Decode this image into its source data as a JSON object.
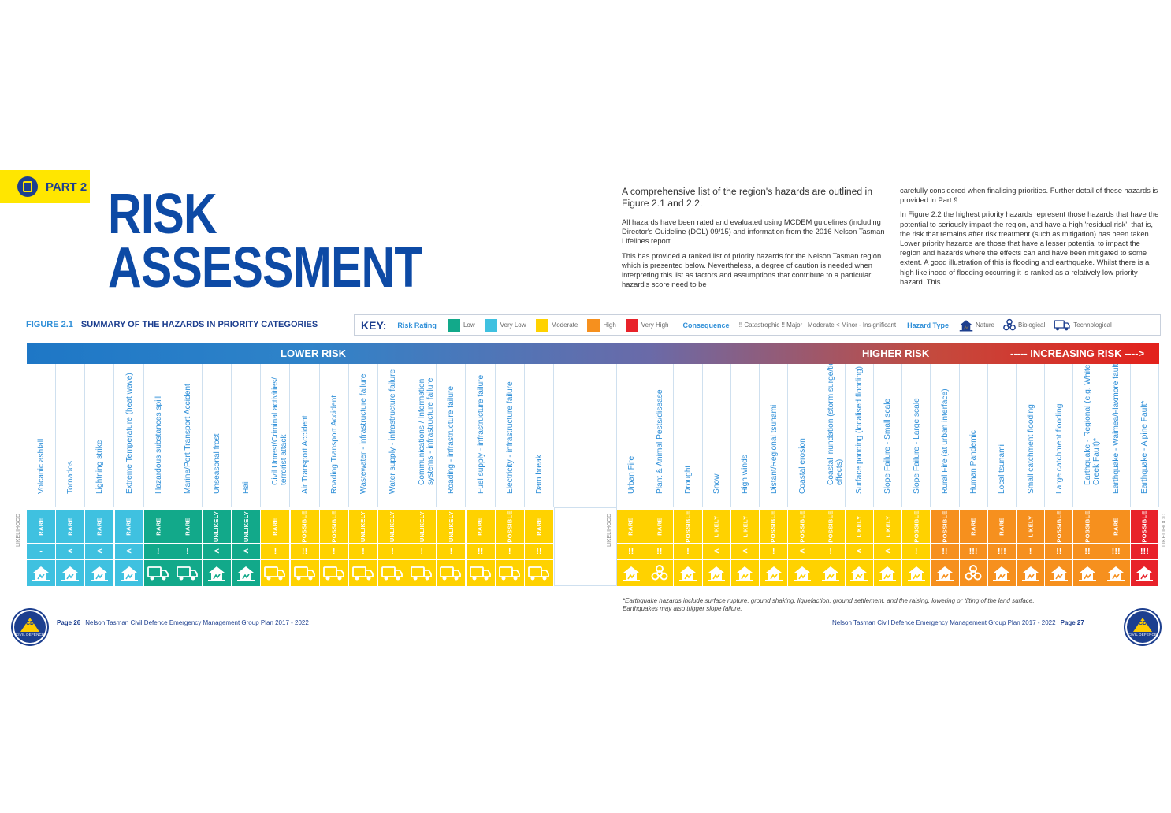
{
  "part_tab": {
    "label": "PART 2"
  },
  "title": {
    "line1": "RISK",
    "line2": "ASSESSMENT"
  },
  "intro": "A comprehensive list of the region's hazards are outlined in Figure 2.1 and 2.2.",
  "col1_paragraphs": [
    "All hazards have been rated and evaluated using MCDEM guidelines (including Director's Guideline (DGL) 09/15) and information from the 2016 Nelson Tasman Lifelines report.",
    "This has provided a ranked list of priority hazards for the Nelson Tasman region which is presented below. Nevertheless, a degree of caution is needed when interpreting this list as factors and assumptions that contribute to a particular hazard's score need to be"
  ],
  "col2_paragraphs": [
    "carefully considered when finalising priorities. Further detail of these hazards is provided in Part 9.",
    "In Figure 2.2 the highest priority hazards represent those hazards that have the potential to seriously impact the region, and have a high 'residual risk', that is, the risk that remains after risk treatment (such as mitigation) has been taken. Lower priority hazards are those that have a lesser potential to impact the region and hazards where the effects can and have been mitigated to some extent. A good illustration of this is flooding and earthquake. Whilst there is a high likelihood of flooding occurring it is ranked as a relatively low priority hazard. This"
  ],
  "figure": {
    "number": "FIGURE 2.1",
    "title": "SUMMARY OF THE HAZARDS IN PRIORITY CATEGORIES"
  },
  "key": {
    "title": "KEY:",
    "risk_rating_label": "Risk Rating",
    "ratings": [
      {
        "label": "Low",
        "color": "#12a98a"
      },
      {
        "label": "Very Low",
        "color": "#3fc1e0"
      },
      {
        "label": "Moderate",
        "color": "#ffd200"
      },
      {
        "label": "High",
        "color": "#f6901e"
      },
      {
        "label": "Very High",
        "color": "#e8222a"
      }
    ],
    "consequence_label": "Consequence",
    "consequence_text": "!!! Catastrophic  !! Major  ! Moderate  < Minor  - Insignificant",
    "hazard_type_label": "Hazard Type",
    "types": [
      "Nature",
      "Biological",
      "Technological"
    ]
  },
  "banner": {
    "lower": "LOWER RISK",
    "higher": "HIGHER RISK",
    "increasing": "----- INCREASING RISK ---->"
  },
  "likelihood_label": "LIKELIHOOD",
  "colors": {
    "verylow": "#3fc1e0",
    "low": "#12a98a",
    "moderate": "#ffd200",
    "high": "#f6901e",
    "veryhigh": "#e8222a"
  },
  "hazards_left": [
    {
      "name": "Volcanic ashfall",
      "likelihood": "RARE",
      "consequence": "-",
      "type": "nature",
      "risk": "verylow"
    },
    {
      "name": "Tornados",
      "likelihood": "RARE",
      "consequence": "<",
      "type": "nature",
      "risk": "verylow"
    },
    {
      "name": "Lightning strike",
      "likelihood": "RARE",
      "consequence": "<",
      "type": "nature",
      "risk": "verylow"
    },
    {
      "name": "Extreme Temperature (heat wave)",
      "likelihood": "RARE",
      "consequence": "<",
      "type": "nature",
      "risk": "verylow"
    },
    {
      "name": "Hazardous substances spill",
      "likelihood": "RARE",
      "consequence": "!",
      "type": "tech",
      "risk": "low"
    },
    {
      "name": "Marine/Port Transport Accident",
      "likelihood": "RARE",
      "consequence": "!",
      "type": "tech",
      "risk": "low"
    },
    {
      "name": "Unseasonal frost",
      "likelihood": "UNLIKELY",
      "consequence": "<",
      "type": "nature",
      "risk": "low"
    },
    {
      "name": "Hail",
      "likelihood": "UNLIKELY",
      "consequence": "<",
      "type": "nature",
      "risk": "low"
    },
    {
      "name": "Civil Unrest/Criminal activities/ terrorist attack",
      "likelihood": "RARE",
      "consequence": "!",
      "type": "tech",
      "risk": "moderate"
    },
    {
      "name": "Air Transport Accident",
      "likelihood": "POSSIBLE",
      "consequence": "!!",
      "type": "tech",
      "risk": "moderate"
    },
    {
      "name": "Roading Transport Accident",
      "likelihood": "POSSIBLE",
      "consequence": "!",
      "type": "tech",
      "risk": "moderate"
    },
    {
      "name": "Wastewater - infrastructure failure",
      "likelihood": "UNLIKELY",
      "consequence": "!",
      "type": "tech",
      "risk": "moderate"
    },
    {
      "name": "Water supply - infrastructure failure",
      "likelihood": "UNLIKELY",
      "consequence": "!",
      "type": "tech",
      "risk": "moderate"
    },
    {
      "name": "Communications / Information systems - infrastructure failure",
      "likelihood": "UNLIKELY",
      "consequence": "!",
      "type": "tech",
      "risk": "moderate"
    },
    {
      "name": "Roading - infrastructure failure",
      "likelihood": "UNLIKELY",
      "consequence": "!",
      "type": "tech",
      "risk": "moderate"
    },
    {
      "name": "Fuel supply - infrastructure failure",
      "likelihood": "RARE",
      "consequence": "!!",
      "type": "tech",
      "risk": "moderate"
    },
    {
      "name": "Electricity - infrastructure failure",
      "likelihood": "POSSIBLE",
      "consequence": "!",
      "type": "tech",
      "risk": "moderate"
    },
    {
      "name": "Dam break",
      "likelihood": "RARE",
      "consequence": "!!",
      "type": "tech",
      "risk": "moderate"
    }
  ],
  "hazards_right": [
    {
      "name": "Urban Fire",
      "likelihood": "RARE",
      "consequence": "!!",
      "type": "nature",
      "risk": "moderate"
    },
    {
      "name": "Plant & Animal Pests/disease",
      "likelihood": "RARE",
      "consequence": "!!",
      "type": "bio",
      "risk": "moderate"
    },
    {
      "name": "Drought",
      "likelihood": "POSSIBLE",
      "consequence": "!",
      "type": "nature",
      "risk": "moderate"
    },
    {
      "name": "Snow",
      "likelihood": "LIKELY",
      "consequence": "<",
      "type": "nature",
      "risk": "moderate"
    },
    {
      "name": "High winds",
      "likelihood": "LIKELY",
      "consequence": "<",
      "type": "nature",
      "risk": "moderate"
    },
    {
      "name": "Distant/Regional tsunami",
      "likelihood": "POSSIBLE",
      "consequence": "!",
      "type": "nature",
      "risk": "moderate"
    },
    {
      "name": "Coastal erosion",
      "likelihood": "POSSIBLE",
      "consequence": "<",
      "type": "nature",
      "risk": "moderate"
    },
    {
      "name": "Coastal inundation (storm surge/tidal effects)",
      "likelihood": "POSSIBLE",
      "consequence": "!",
      "type": "nature",
      "risk": "moderate"
    },
    {
      "name": "Surface ponding (localised flooding)",
      "likelihood": "LIKELY",
      "consequence": "<",
      "type": "nature",
      "risk": "moderate"
    },
    {
      "name": "Slope Failure - Small scale",
      "likelihood": "LIKELY",
      "consequence": "<",
      "type": "nature",
      "risk": "moderate"
    },
    {
      "name": "Slope Failure - Large scale",
      "likelihood": "POSSIBLE",
      "consequence": "!",
      "type": "nature",
      "risk": "moderate"
    },
    {
      "name": "Rural Fire (at urban interface)",
      "likelihood": "POSSIBLE",
      "consequence": "!!",
      "type": "nature",
      "risk": "high"
    },
    {
      "name": "Human Pandemic",
      "likelihood": "RARE",
      "consequence": "!!!",
      "type": "bio",
      "risk": "high"
    },
    {
      "name": "Local tsunami",
      "likelihood": "RARE",
      "consequence": "!!!",
      "type": "nature",
      "risk": "high"
    },
    {
      "name": "Small catchment flooding",
      "likelihood": "LIKELY",
      "consequence": "!",
      "type": "nature",
      "risk": "high"
    },
    {
      "name": "Large catchment flooding",
      "likelihood": "POSSIBLE",
      "consequence": "!!",
      "type": "nature",
      "risk": "high"
    },
    {
      "name": "Earthquake - Regional (e.g. White Creek Fault)*",
      "likelihood": "POSSIBLE",
      "consequence": "!!",
      "type": "nature",
      "risk": "high"
    },
    {
      "name": "Earthquake - Waimea/Flaxmore fault*",
      "likelihood": "RARE",
      "consequence": "!!!",
      "type": "nature",
      "risk": "high"
    },
    {
      "name": "Earthquake - Alpine Fault*",
      "likelihood": "POSSIBLE",
      "consequence": "!!!",
      "type": "nature",
      "risk": "veryhigh"
    }
  ],
  "footnote": {
    "line1": "*Earthquake hazards include surface rupture, ground shaking, liquefaction, ground settlement, and the raising, lowering or tilting of the land surface.",
    "line2": "Earthquakes may also trigger slope failure."
  },
  "footer_left": {
    "page": "Page 26",
    "text": "Nelson Tasman Civil Defence Emergency Management Group Plan 2017 - 2022"
  },
  "footer_right": {
    "text": "Nelson Tasman Civil Defence Emergency Management Group Plan 2017 - 2022",
    "page": "Page 27"
  },
  "logo": {
    "letters": "CD",
    "caption": "CIVIL DEFENCE"
  }
}
